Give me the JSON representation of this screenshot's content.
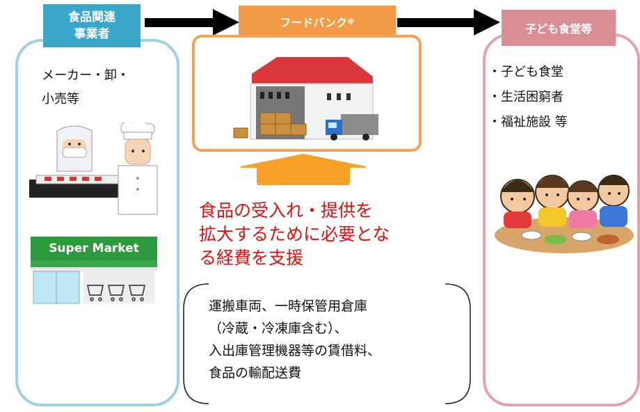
{
  "colors": {
    "supplier": "#3aa6c9",
    "foodbank": "#f39a47",
    "recipient": "#d98e95",
    "highlight": "#e01010"
  },
  "supplier": {
    "title_line1": "食品関連",
    "title_line2": "事業者",
    "desc_line1": "メーカー・卸・",
    "desc_line2": "小売等",
    "store_sign": "Super Market"
  },
  "foodbank": {
    "title": "フードバンク",
    "note_mark": "※"
  },
  "recipient": {
    "title": "子ども食堂等",
    "items": [
      "・子ども食堂",
      "・生活困窮者",
      "・福祉施設 等"
    ]
  },
  "support": {
    "line1": "食品の受入れ・提供を",
    "line2": "拡大するために必要とな",
    "line3": "る経費を支援"
  },
  "expenses": {
    "line1": "運搬車両、一時保管用倉庫",
    "line2": "（冷蔵・冷凍庫含む）、",
    "line3": "入出庫管理機器等の賃借料、",
    "line4": "食品の輸配送費"
  }
}
